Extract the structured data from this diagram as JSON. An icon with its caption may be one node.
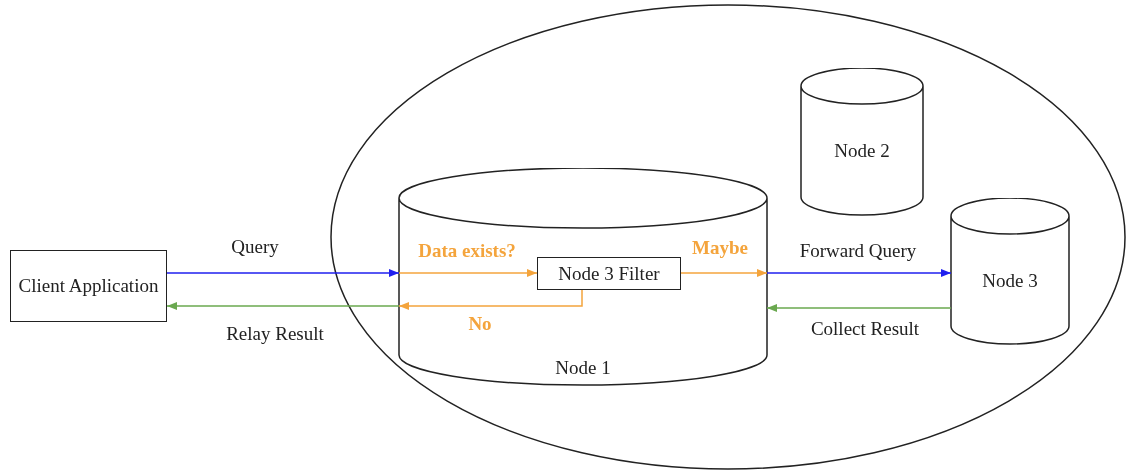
{
  "diagram": {
    "nodes": [
      {
        "text": [
          "Client Application"
        ]
      },
      {
        "text": [],
        "shape": "ellipse"
      },
      {
        "text": [
          "Node 2"
        ],
        "in": 1
      },
      {
        "text": [
          "Node 1"
        ],
        "in": 1
      },
      {
        "text": [
          "Node 3 Filter"
        ],
        "in": 3
      },
      {
        "text": [
          "Node 3"
        ],
        "in": 1
      }
    ],
    "edges": [
      {
        "from": 0,
        "to": 3,
        "arrow": "to",
        "label": "Query",
        "color": "#1f1fef"
      },
      {
        "from": 3,
        "to": 4,
        "arrow": "to",
        "label": "Data exists?",
        "color": "#f4a43c"
      },
      {
        "from": 4,
        "to": 3,
        "arrow": "to",
        "label": "Maybe",
        "color": "#f4a43c"
      },
      {
        "from": 3,
        "to": 5,
        "arrow": "to",
        "label": "Forward Query",
        "color": "#1f1fef"
      },
      {
        "from": 5,
        "to": 3,
        "arrow": "to",
        "label": "Collect Result",
        "color": "#6aa84f"
      },
      {
        "from": 4,
        "to": 3,
        "arrow": "to",
        "label": "No",
        "color": "#f4a43c"
      },
      {
        "from": 3,
        "to": 0,
        "arrow": "to",
        "label": "Relay Result",
        "color": "#6aa84f"
      }
    ]
  }
}
